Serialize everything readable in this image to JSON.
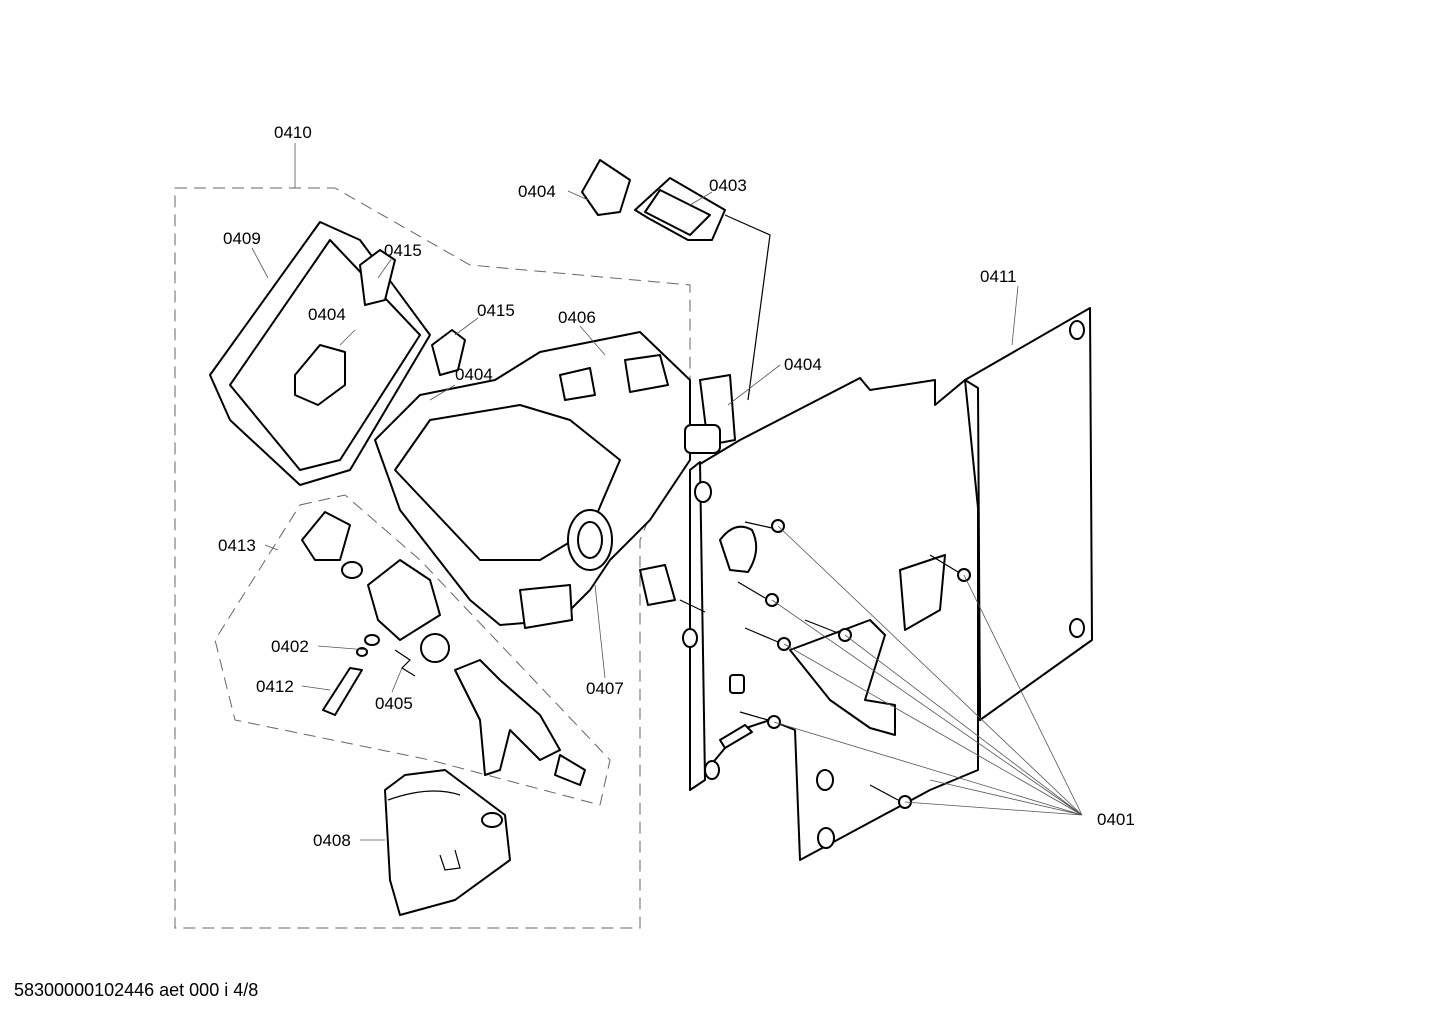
{
  "labels": {
    "l0410": "0410",
    "l0409": "0409",
    "l0415a": "0415",
    "l0415b": "0415",
    "l0404a": "0404",
    "l0404b": "0404",
    "l0404c": "0404",
    "l0404d": "0404",
    "l0403": "0403",
    "l0406": "0406",
    "l0411": "0411",
    "l0413": "0413",
    "l0402": "0402",
    "l0412": "0412",
    "l0405": "0405",
    "l0407": "0407",
    "l0408": "0408",
    "l0401": "0401"
  },
  "footer": "58300000102446 aet 000 i 4/8"
}
